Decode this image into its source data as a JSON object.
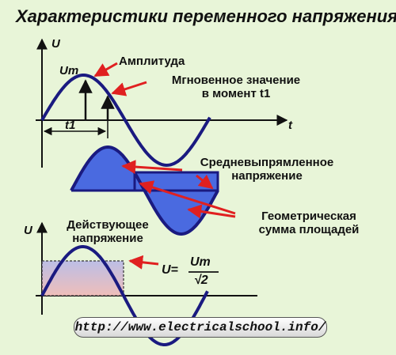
{
  "title": "Характеристики переменного напряжения",
  "labels": {
    "u_axis_top": "U",
    "t_axis": "t",
    "um": "Um",
    "t1": "t1",
    "amplitude": "Амплитуда",
    "instant_line1": "Мгновенное значение",
    "instant_line2": "в момент t1",
    "avg_line1": "Средневыпрямленное",
    "avg_line2": "напряжение",
    "geo_line1": "Геометрическая",
    "geo_line2": "сумма площадей",
    "u_axis_bottom": "U",
    "eff_line1": "Действующее",
    "eff_line2": "напряжение",
    "formula_lhs": "U=",
    "formula_num": "Um",
    "formula_den": "√2"
  },
  "url": "http://www.electricalschool.info/",
  "colors": {
    "wave": "#1a1a80",
    "fill": "#4a6ae0",
    "arrow": "#e02020",
    "rms_fill_top": "#b4b4e8",
    "rms_fill_bottom": "#f0b4b4"
  }
}
